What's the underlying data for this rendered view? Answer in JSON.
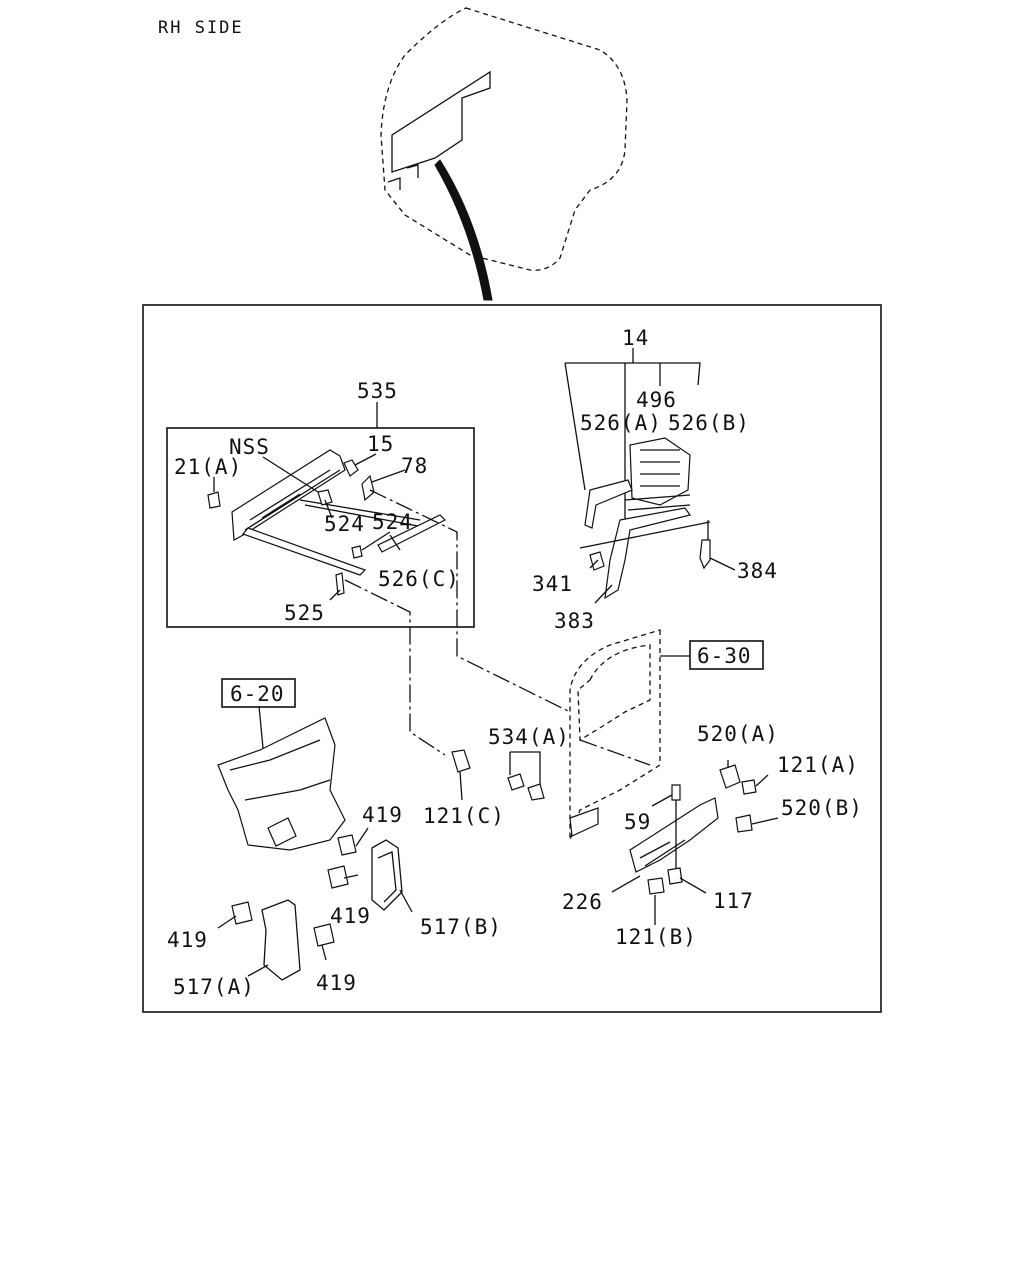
{
  "title": "RH SIDE",
  "refs": {
    "r_6_20": "6-20",
    "r_6_30": "6-30"
  },
  "labels": {
    "p14": "14",
    "p496": "496",
    "p526a": "526(A)",
    "p526b": "526(B)",
    "p535": "535",
    "nss": "NSS",
    "p15": "15",
    "p21a": "21(A)",
    "p78": "78",
    "p524a": "524",
    "p524b": "524",
    "p526c": "526(C)",
    "p525": "525",
    "p341": "341",
    "p384": "384",
    "p383": "383",
    "p534a": "534(A)",
    "p520a": "520(A)",
    "p121a": "121(A)",
    "p121c": "121(C)",
    "p59": "59",
    "p520b": "520(B)",
    "p419a": "419",
    "p419b": "419",
    "p419c": "419",
    "p419d": "419",
    "p517b": "517(B)",
    "p517a": "517(A)",
    "p226": "226",
    "p117": "117",
    "p121b": "121(B)"
  }
}
